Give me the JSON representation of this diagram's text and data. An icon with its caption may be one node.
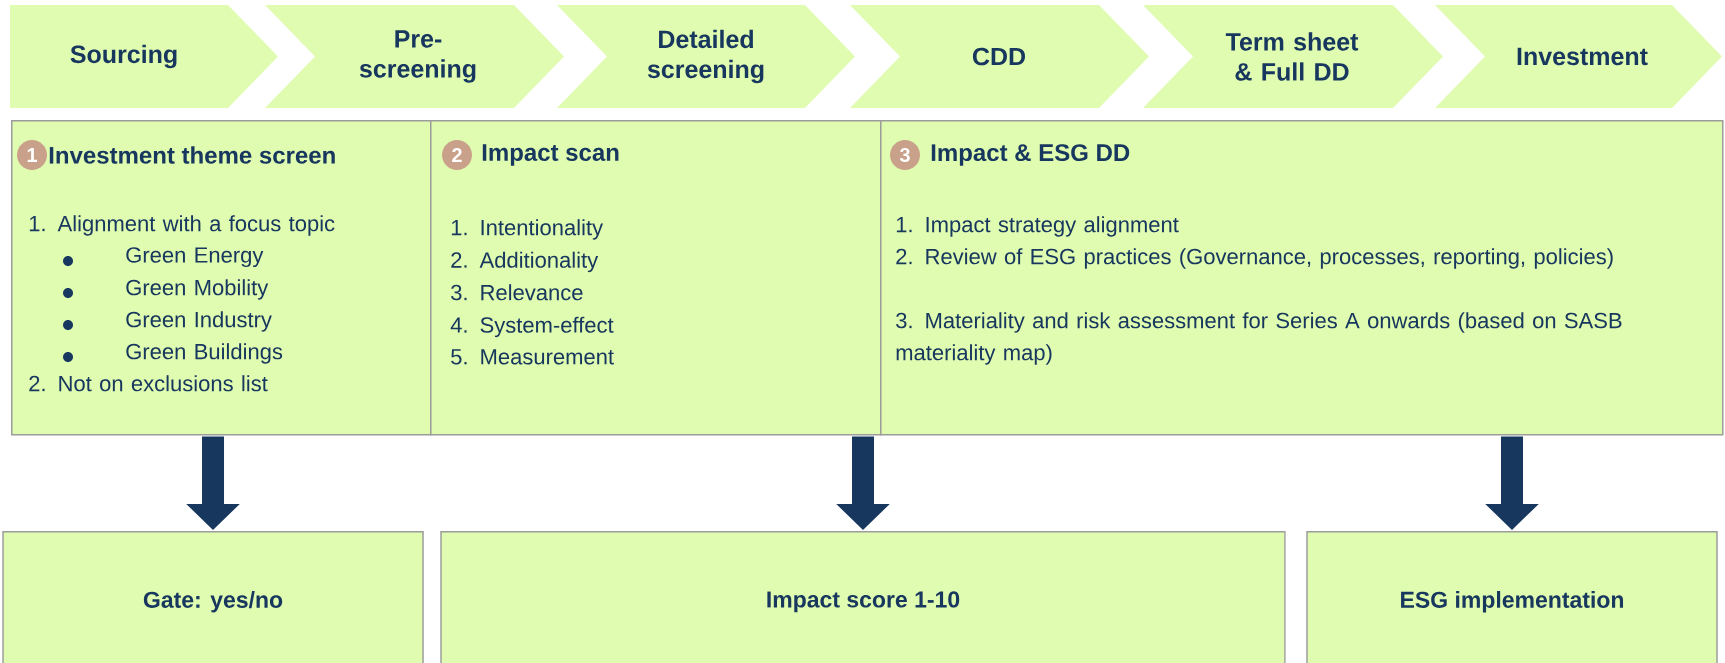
{
  "diagram": {
    "nodes": [
      {
        "text": [
          "Sourcing"
        ]
      },
      {
        "text": [
          "Pre-screening"
        ]
      },
      {
        "text": [
          "Detailed screening"
        ]
      },
      {
        "text": [
          "CDD"
        ]
      },
      {
        "text": [
          "Term sheet & Full DD"
        ]
      },
      {
        "text": [
          "Investment"
        ]
      },
      {
        "text": [
          "Investment theme screen",
          "1. Alignment with a focus topic",
          "Green Energy",
          "Green Mobility",
          "Green Industry",
          "Green Buildings",
          "2. Not on exclusions list"
        ]
      },
      {
        "text": [
          "1"
        ],
        "in": 6
      },
      {
        "text": [
          "Impact scan",
          "1. Intentionality",
          "2. Additionality",
          "3. Relevance",
          "4. System-effect",
          "5. Measurement"
        ]
      },
      {
        "text": [
          "2"
        ],
        "in": 8
      },
      {
        "text": [
          "Impact & ESG DD",
          "1. Impact strategy alignment",
          "2. Review of ESG practices (Governance, processes, reporting, policies)",
          "3. Materiality and risk assessment for Series A onwards (based on SASB materiality map)"
        ]
      },
      {
        "text": [
          "3"
        ],
        "in": 10
      },
      {
        "text": [
          "Gate: yes/no"
        ]
      },
      {
        "text": [
          "Impact score 1-10"
        ]
      },
      {
        "text": [
          "ESG implementation"
        ]
      }
    ],
    "edges": [
      {
        "from": 6,
        "to": 12,
        "arrow": "to"
      },
      {
        "from": 8,
        "to": 13,
        "arrow": "to"
      },
      {
        "from": 10,
        "to": 14,
        "arrow": "to"
      }
    ]
  }
}
